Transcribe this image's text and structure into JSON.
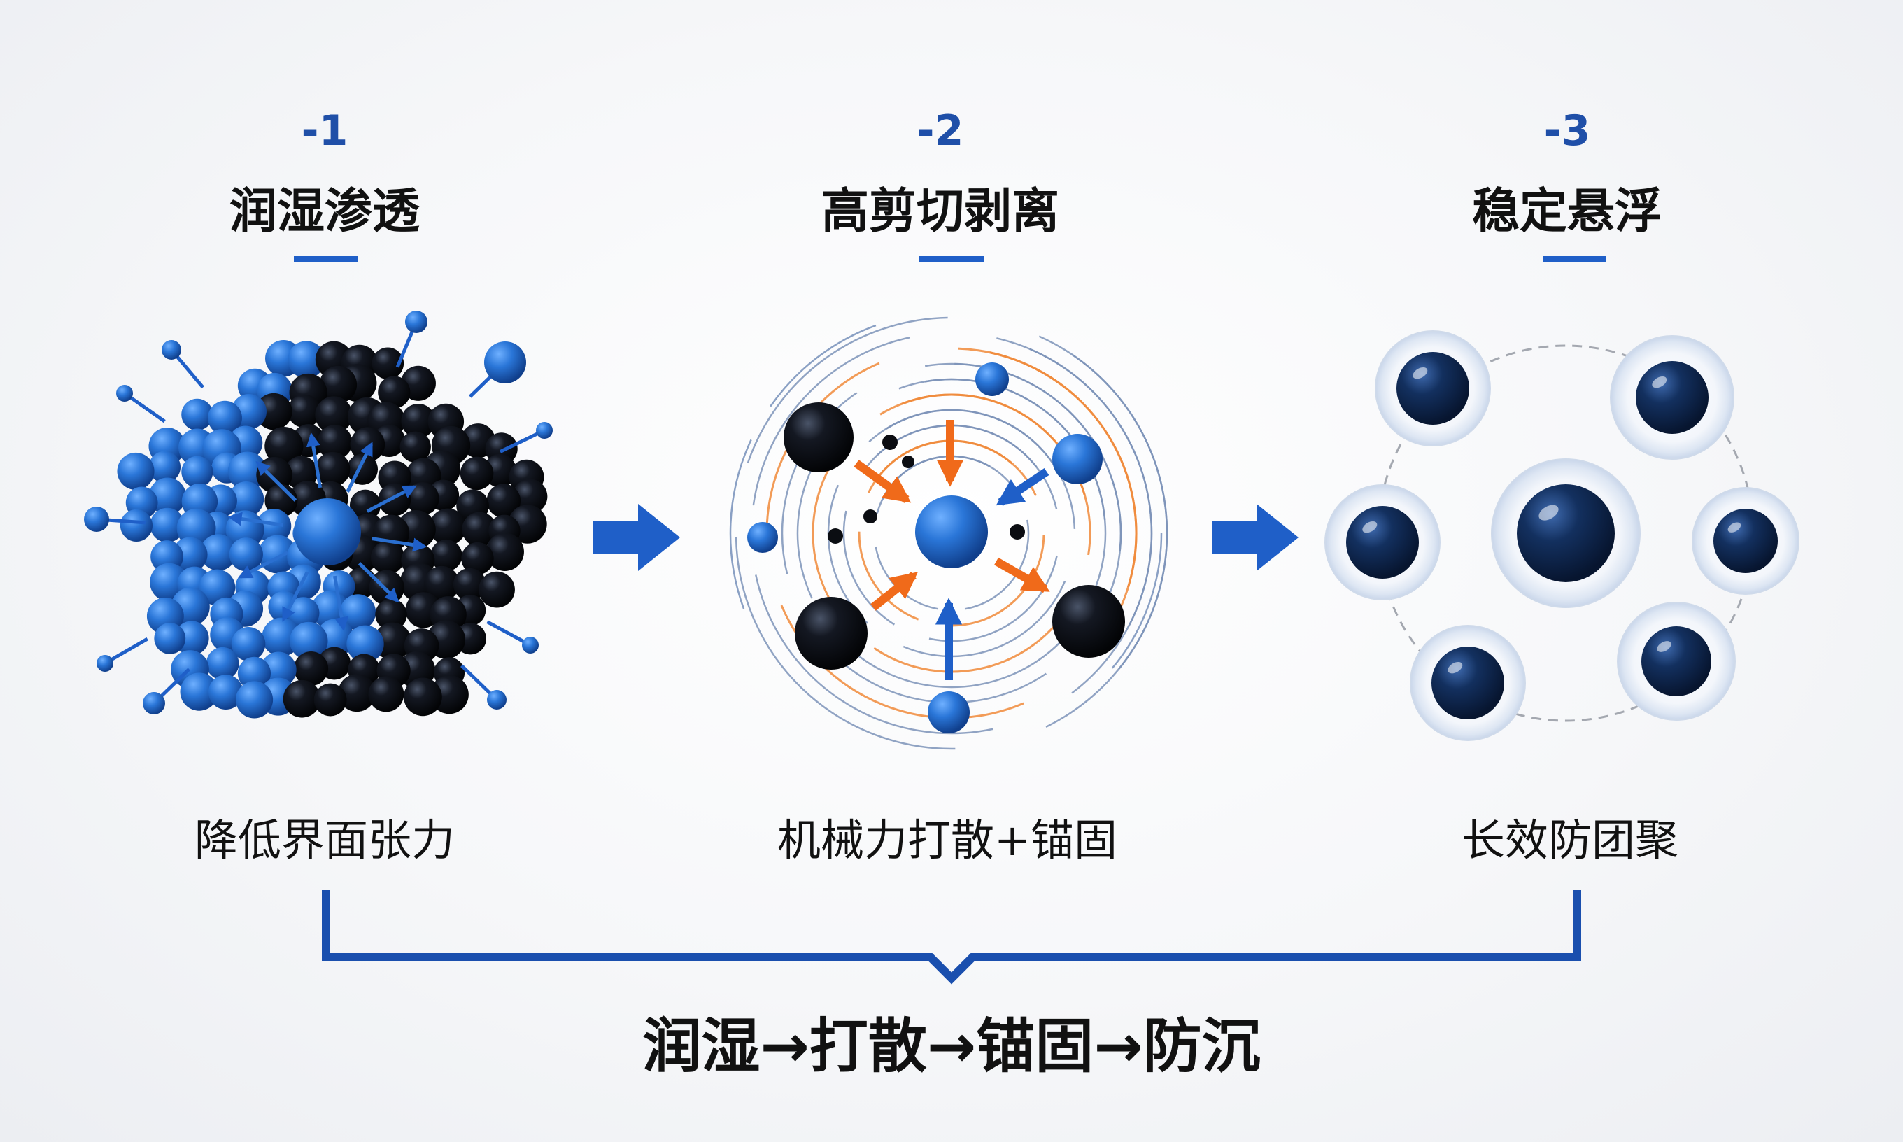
{
  "steps": [
    {
      "number": "-1",
      "title": "润湿渗透",
      "desc": "降低界面张力"
    },
    {
      "number": "-2",
      "title": "高剪切剥离",
      "desc": "机械力打散+锚固"
    },
    {
      "number": "-3",
      "title": "稳定悬浮",
      "desc": "长效防团聚"
    }
  ],
  "summary": "润湿→打散→锚固→防沉",
  "colors": {
    "accent_blue": "#1f5fc8",
    "dark_navy": "#0d2450",
    "black_particle": "#0b0d12",
    "shear_orange": "#f06a1a",
    "text": "#111111"
  }
}
